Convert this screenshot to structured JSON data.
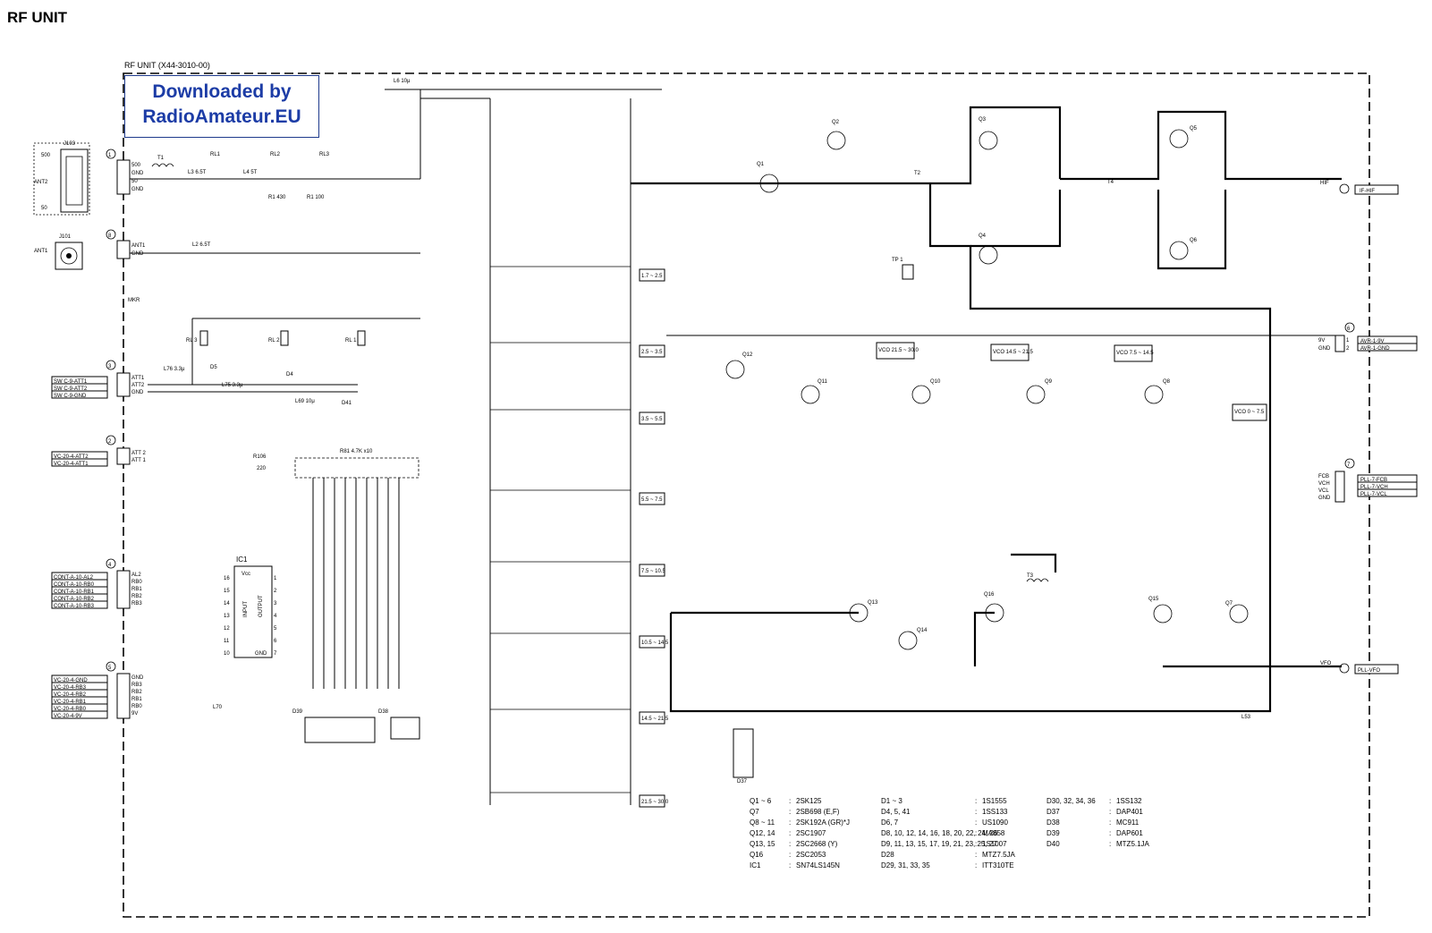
{
  "page_title": "RF UNIT",
  "unit_title": "RF UNIT (X44-3010-00)",
  "watermark": {
    "line1": "Downloaded by",
    "line2": "RadioAmateur.EU"
  },
  "left_connectors": [
    {
      "id": "J103",
      "label": "ANT2",
      "pins": [
        "500",
        "GND",
        "50",
        "GND"
      ],
      "values": [
        "500",
        "50"
      ]
    },
    {
      "id": "J101",
      "label": "ANT1",
      "pins": [
        "ANT1",
        "GND"
      ]
    }
  ],
  "connector_groups": [
    {
      "num": "3",
      "signals": [
        "SW C-9-ATT1",
        "SW C-9-ATT2",
        "SW C-9-GND"
      ],
      "pins": [
        "ATT1",
        "ATT2",
        "GND"
      ]
    },
    {
      "num": "2",
      "signals": [
        "VC-20-4-ATT2",
        "VC-20-4-ATT1"
      ],
      "pins": [
        "ATT 2",
        "ATT 1"
      ]
    },
    {
      "num": "4",
      "signals": [
        "CONT-A-10-AL2",
        "CONT-A-10-RB0",
        "CONT-A-10-RB1",
        "CONT-A-10-RB2",
        "CONT-A-10-RB3"
      ],
      "pins": [
        "AL2",
        "RB0",
        "RB1",
        "RB2",
        "RB3"
      ]
    },
    {
      "num": "5",
      "signals": [
        "VC-20-4-GND",
        "VC-20-4-RB3",
        "VC-20-4-RB2",
        "VC-20-4-RB1",
        "VC-20-4-RB0",
        "VC-20-4-9V"
      ],
      "pins": [
        "GND",
        "RB3",
        "RB2",
        "RB1",
        "RB0",
        "9V"
      ]
    }
  ],
  "right_connectors": [
    {
      "num": "6",
      "signals": [
        "AVR-1-9V",
        "AVR-1-GND"
      ],
      "pins": [
        "9V",
        "GND"
      ]
    },
    {
      "num": "7",
      "signals": [
        "PLL-7-FCB",
        "PLL-7-VCH",
        "PLL-7-VCL"
      ],
      "pins": [
        "FCB",
        "VCH",
        "VCL",
        "GND"
      ]
    }
  ],
  "if_output": {
    "label": "HIF",
    "signal": "IF-HIF"
  },
  "vfo_output": {
    "label": "VFO",
    "signal": "PLL-VFO"
  },
  "band_ranges": [
    "1.7 ~ 2.5",
    "2.5 ~ 3.5",
    "3.5 ~ 5.5",
    "5.5 ~ 7.5",
    "7.5 ~ 10.5",
    "10.5 ~ 14.5",
    "14.5 ~ 21.5",
    "21.5 ~ 30.0"
  ],
  "vco_labels": [
    "VCO 21.5 ~ 30.0",
    "VCO 14.5 ~ 21.5",
    "VCO 7.5 ~ 14.5",
    "VCO 0 ~ 7.5"
  ],
  "ic1": {
    "name": "IC1",
    "pins": [
      "Vcc",
      "INPUT",
      "OUTPUT",
      "GND"
    ]
  },
  "resistor_net": "R81 4.7K x10",
  "parts_table": [
    {
      "ref": "Q1 ~ 6",
      "part": "2SK125"
    },
    {
      "ref": "Q7",
      "part": "2SB698 (E,F)"
    },
    {
      "ref": "Q8 ~ 11",
      "part": "2SK192A (GR)*J"
    },
    {
      "ref": "Q12, 14",
      "part": "2SC1907"
    },
    {
      "ref": "Q13, 15",
      "part": "2SC2668 (Y)"
    },
    {
      "ref": "Q16",
      "part": "2SC2053"
    },
    {
      "ref": "IC1",
      "part": "SN74LS145N"
    }
  ],
  "diode_table": [
    {
      "ref": "D1 ~ 3",
      "part": "1S1555"
    },
    {
      "ref": "D4, 5, 41",
      "part": "1SS133"
    },
    {
      "ref": "D6, 7",
      "part": "US1090"
    },
    {
      "ref": "D8, 10, 12, 14, 16, 18, 20, 22, 24, 26",
      "part": "MA858"
    },
    {
      "ref": "D9, 11, 13, 15, 17, 19, 21, 23, 25, 27",
      "part": "1S1007"
    },
    {
      "ref": "D28",
      "part": "MTZ7.5JA"
    },
    {
      "ref": "D29, 31, 33, 35",
      "part": "ITT310TE"
    }
  ],
  "diode_table2": [
    {
      "ref": "D30, 32, 34, 36",
      "part": "1SS132"
    },
    {
      "ref": "D37",
      "part": "DAP401"
    },
    {
      "ref": "D38",
      "part": "MC911"
    },
    {
      "ref": "D39",
      "part": "DAP601"
    },
    {
      "ref": "D40",
      "part": "MTZ5.1JA"
    }
  ],
  "misc_labels": {
    "tp1": "TP 1",
    "mkr": "MKR",
    "t1": "T1",
    "t2": "T2",
    "t3": "T3",
    "t4": "T4",
    "d37": "D37",
    "d38": "D38",
    "d39": "D39",
    "l70": "L70",
    "l53": "L53"
  }
}
